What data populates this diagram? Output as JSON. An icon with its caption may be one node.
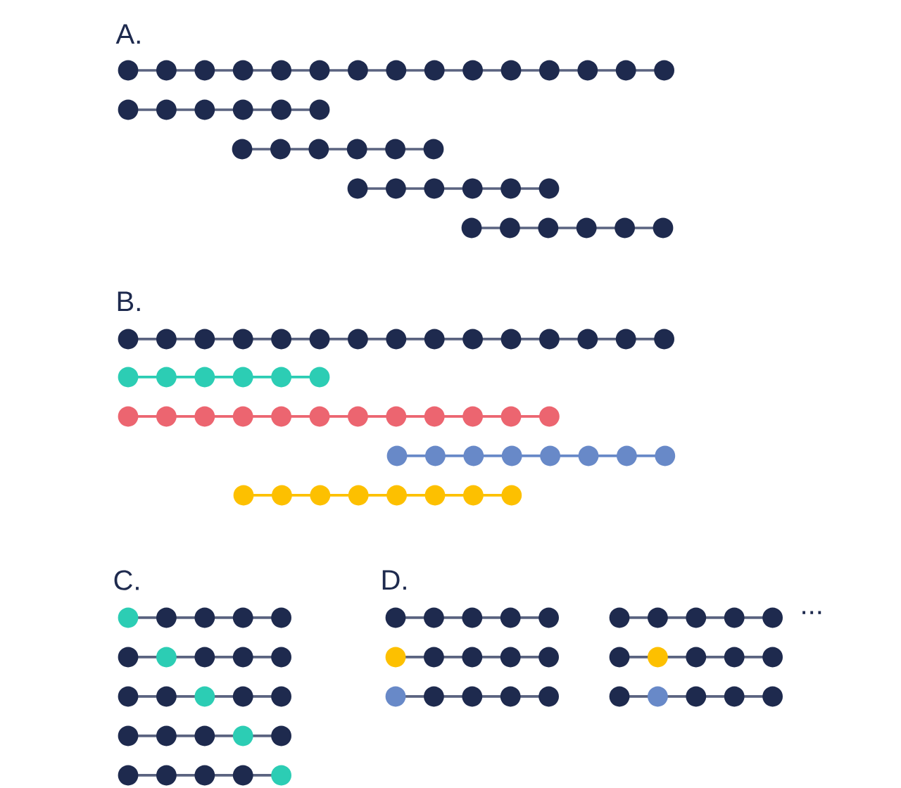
{
  "diagram": {
    "labels": [
      "A.",
      "B.",
      "C.",
      "D.",
      "..."
    ]
  }
}
